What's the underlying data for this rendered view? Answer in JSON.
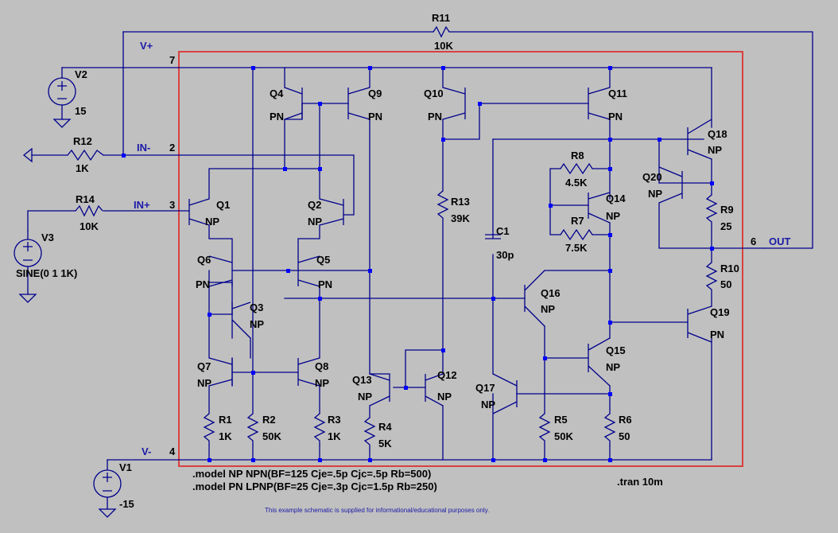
{
  "nets": {
    "vplus": "V+",
    "in_minus": "IN-",
    "in_plus": "IN+",
    "vminus": "V-",
    "out": "OUT"
  },
  "pins": {
    "p7": "7",
    "p2": "2",
    "p3": "3",
    "p4": "4",
    "p6": "6"
  },
  "sources": {
    "V2": {
      "name": "V2",
      "value": "15"
    },
    "V1": {
      "name": "V1",
      "value": "-15"
    },
    "V3": {
      "name": "V3",
      "value": "SINE(0 1 1K)"
    }
  },
  "resistors": {
    "R11": {
      "name": "R11",
      "value": "10K"
    },
    "R12": {
      "name": "R12",
      "value": "1K"
    },
    "R14": {
      "name": "R14",
      "value": "10K"
    },
    "R1": {
      "name": "R1",
      "value": "1K"
    },
    "R2": {
      "name": "R2",
      "value": "50K"
    },
    "R3": {
      "name": "R3",
      "value": "1K"
    },
    "R4": {
      "name": "R4",
      "value": "5K"
    },
    "R5": {
      "name": "R5",
      "value": "50K"
    },
    "R6": {
      "name": "R6",
      "value": "50"
    },
    "R7": {
      "name": "R7",
      "value": "7.5K"
    },
    "R8": {
      "name": "R8",
      "value": "4.5K"
    },
    "R9": {
      "name": "R9",
      "value": "25"
    },
    "R10": {
      "name": "R10",
      "value": "50"
    },
    "R13": {
      "name": "R13",
      "value": "39K"
    }
  },
  "capacitor": {
    "name": "C1",
    "value": "30p"
  },
  "transistors": {
    "Q1": {
      "name": "Q1",
      "model": "NP"
    },
    "Q2": {
      "name": "Q2",
      "model": "NP"
    },
    "Q3": {
      "name": "Q3",
      "model": "NP"
    },
    "Q4": {
      "name": "Q4",
      "model": "PN"
    },
    "Q5": {
      "name": "Q5",
      "model": "PN"
    },
    "Q6": {
      "name": "Q6",
      "model": "PN"
    },
    "Q7": {
      "name": "Q7",
      "model": "NP"
    },
    "Q8": {
      "name": "Q8",
      "model": "NP"
    },
    "Q9": {
      "name": "Q9",
      "model": "PN"
    },
    "Q10": {
      "name": "Q10",
      "model": "PN"
    },
    "Q11": {
      "name": "Q11",
      "model": "PN"
    },
    "Q12": {
      "name": "Q12",
      "model": "NP"
    },
    "Q13": {
      "name": "Q13",
      "model": "NP"
    },
    "Q14": {
      "name": "Q14",
      "model": "NP"
    },
    "Q15": {
      "name": "Q15",
      "model": "NP"
    },
    "Q16": {
      "name": "Q16",
      "model": "NP"
    },
    "Q17": {
      "name": "Q17",
      "model": "NP"
    },
    "Q18": {
      "name": "Q18",
      "model": "NP"
    },
    "Q19": {
      "name": "Q19",
      "model": "PN"
    },
    "Q20": {
      "name": "Q20",
      "model": "NP"
    }
  },
  "directives": {
    "model_np": ".model NP NPN(BF=125 Cje=.5p Cjc=.5p Rb=500)",
    "model_pn": ".model PN LPNP(BF=25 Cje=.3p Cjc=1.5p Rb=250)",
    "tran": ".tran 10m"
  },
  "disclaimer": "This example schematic is supplied for informational/educational purposes only.",
  "colors": {
    "background": "#c0c0c0",
    "wire": "#00008c",
    "junction": "#0000ff",
    "highlight_box": "#d94040",
    "net_label": "#1a1aa8"
  }
}
